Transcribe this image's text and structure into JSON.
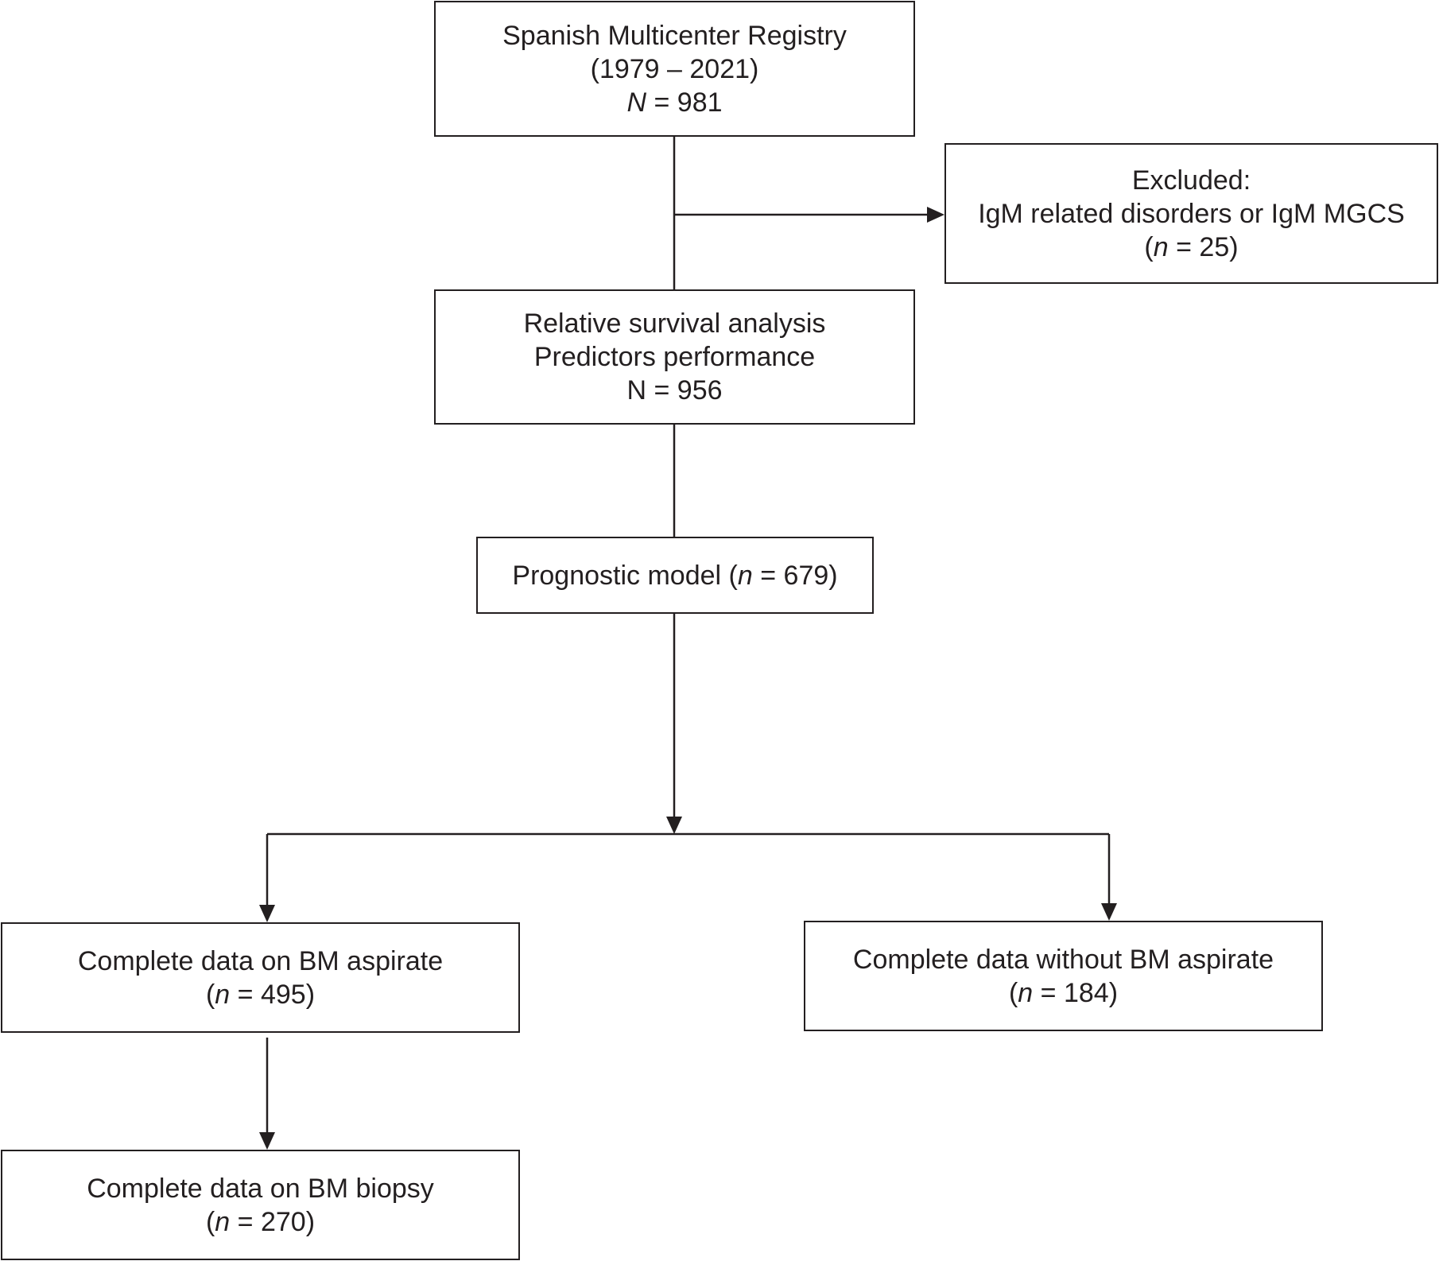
{
  "flowchart": {
    "registry": {
      "title": "Spanish Multicenter Registry",
      "period": "(1979 – 2021)",
      "count_symbol": "N",
      "count_value": " = 981"
    },
    "excluded": {
      "heading": "Excluded:",
      "reason": "IgM related disorders or IgM MGCS",
      "count_open": "(",
      "count_symbol": "n",
      "count_value": " = 25)"
    },
    "survival": {
      "line1": "Relative survival analysis",
      "line2": "Predictors performance",
      "count": "N = 956"
    },
    "prognostic": {
      "label": "Prognostic model (",
      "count_symbol": "n",
      "count_value": " = 679)"
    },
    "aspirate": {
      "label": "Complete data on BM aspirate",
      "count_open": "(",
      "count_symbol": "n",
      "count_value": " = 495)"
    },
    "without_aspirate": {
      "label": "Complete data without BM aspirate",
      "count_open": "(",
      "count_symbol": "n",
      "count_value": " = 184)"
    },
    "biopsy": {
      "label": "Complete data on BM biopsy",
      "count_open": "(",
      "count_symbol": "n",
      "count_value": " = 270)"
    }
  },
  "colors": {
    "line": "#231f20",
    "text": "#231f20",
    "background": "#ffffff"
  }
}
